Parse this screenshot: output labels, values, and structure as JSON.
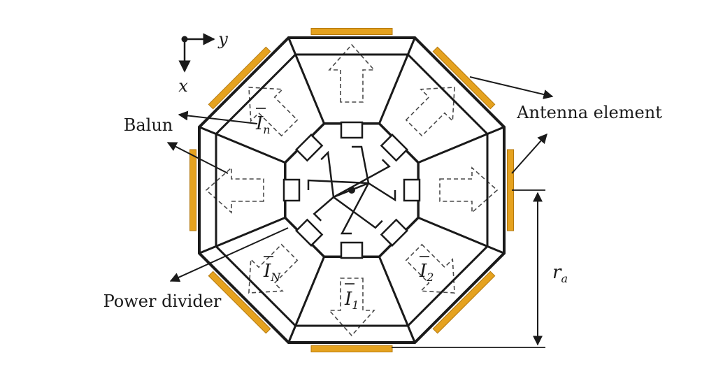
{
  "labels": {
    "axis_y": "y",
    "axis_x": "x",
    "balun": "Balun",
    "antenna_element": "Antenna element",
    "power_divider": "Power divider",
    "r_sym": "r",
    "r_sub": "a"
  },
  "currents": [
    {
      "sym": "I",
      "sub": "n"
    },
    {
      "sym": "I",
      "sub": "N"
    },
    {
      "sym": "I",
      "sub": "1"
    },
    {
      "sym": "I",
      "sub": "2"
    }
  ],
  "colors": {
    "stroke": "#1a1a1a",
    "dashed": "#4a4a4a",
    "antenna": "#e5a21f",
    "antenna_edge": "#b67a0e"
  }
}
